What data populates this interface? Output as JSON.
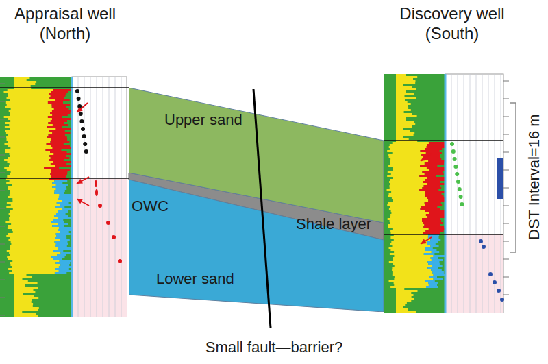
{
  "diagram": {
    "nodes": [
      {
        "text": [
          "Upper sand"
        ]
      },
      {
        "text": [
          "Lower sand"
        ]
      }
    ],
    "labels": [
      "Appraisal well (North)",
      "Discovery well (South)",
      "OWC",
      "Shale layer",
      "Small fault—barrier?",
      "DST Interval=16 m"
    ]
  }
}
